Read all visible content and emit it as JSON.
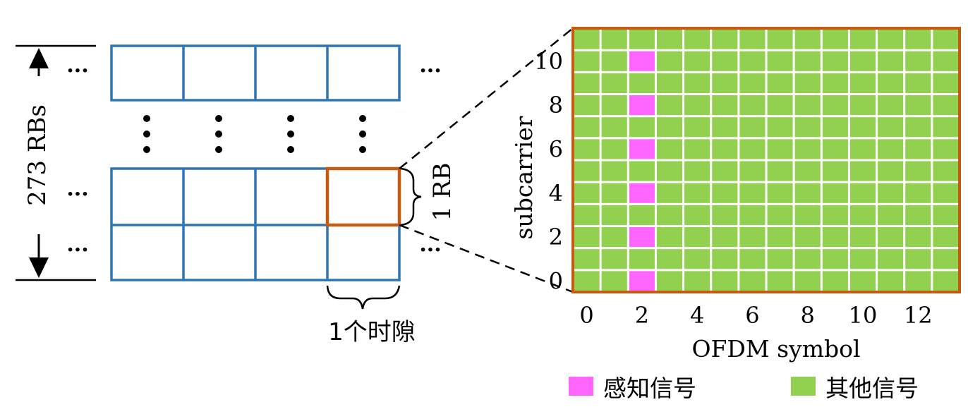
{
  "rb_label": "273 RBs",
  "one_rb_label": "1 RB",
  "slot_label": "1个时隙",
  "ellipsis": "···",
  "grid": {
    "x_label": "OFDM symbol",
    "y_label": "subcarrier",
    "x_ticks": [
      "0",
      "2",
      "4",
      "6",
      "8",
      "10",
      "12"
    ],
    "y_ticks": [
      "0",
      "2",
      "4",
      "6",
      "8",
      "10"
    ],
    "num_symbols": 14,
    "num_subcarriers": 12,
    "sensing_symbol": 2,
    "sensing_subcarriers": [
      0,
      2,
      4,
      6,
      8,
      10
    ],
    "colors": {
      "sensing": "#ff66ff",
      "other": "#92d050",
      "border": "#c55a11",
      "lines": "#ffffff"
    }
  },
  "legend": [
    {
      "label": "感知信号",
      "color": "#ff66ff"
    },
    {
      "label": "其他信号",
      "color": "#92d050"
    }
  ],
  "colors": {
    "rb_grid": "#2e75b6",
    "highlight": "#c55a11"
  }
}
